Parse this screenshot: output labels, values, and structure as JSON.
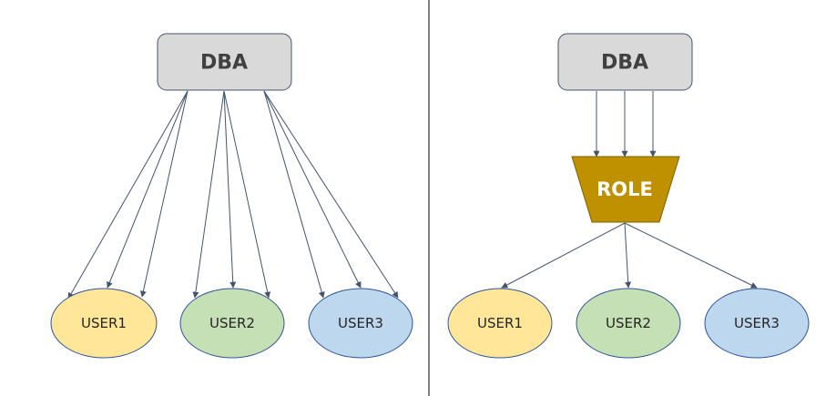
{
  "left_panel": {
    "dba": {
      "label": "DBA"
    },
    "users": [
      {
        "label": "USER1",
        "fill": "#ffe699"
      },
      {
        "label": "USER2",
        "fill": "#c5e0b4"
      },
      {
        "label": "USER3",
        "fill": "#bdd7ee"
      }
    ]
  },
  "right_panel": {
    "dba": {
      "label": "DBA"
    },
    "role": {
      "label": "ROLE",
      "fill": "#bf9000"
    },
    "users": [
      {
        "label": "USER1",
        "fill": "#ffe699"
      },
      {
        "label": "USER2",
        "fill": "#c5e0b4"
      },
      {
        "label": "USER3",
        "fill": "#bdd7ee"
      }
    ]
  },
  "colors": {
    "dba_fill": "#d9d9d9",
    "edge": "#44546a",
    "divider": "#000000"
  }
}
